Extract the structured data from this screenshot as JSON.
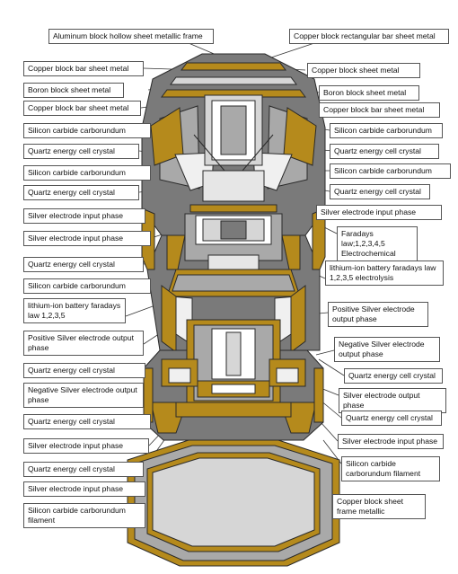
{
  "colors": {
    "gold": "#b58a1c",
    "dark_gray": "#7a7a7a",
    "mid_gray": "#a9a9a9",
    "light_gray": "#d6d6d6",
    "outline": "#2a2a2a"
  },
  "labels": {
    "aluminum_frame": "Aluminum block hollow sheet metallic frame",
    "copper_rect_bar": "Copper block rectangular bar sheet metal",
    "copper_bar_l1": "Copper block bar sheet metal",
    "copper_bar_r1": "Copper block sheet metal",
    "boron_l": "Boron block sheet metal",
    "boron_r": "Boron block sheet metal",
    "copper_bar_l2": "Copper block bar sheet metal",
    "copper_bar_r2": "Copper block bar sheet metal",
    "sic_l1": "Silicon carbide carborundum",
    "sic_r1": "Silicon carbide carborundum",
    "quartz_l1": "Quartz energy cell crystal",
    "quartz_r1": "Quartz energy cell crystal",
    "sic_l2": "Silicon carbide carborundum",
    "sic_r2": "Silicon carbide carborundum",
    "quartz_l2": "Quartz energy cell crystal",
    "quartz_r2": "Quartz energy cell crystal",
    "silver_in_l1": "Silver electrode input phase",
    "silver_in_r1": "Silver electrode input phase",
    "silver_in_l2": "Silver electrode input phase",
    "faradays_r": "Faradays law;1,2,3,4,5 Electrochemical",
    "quartz_l3": "Quartz energy cell crystal",
    "lithium_r": "lithium-ion battery faradays law 1,2,3,5 electrolysis",
    "sic_l3": "Silicon carbide carborundum",
    "lithium_l": "lithium-ion battery faradays law 1,2,3,5",
    "pos_silver_r": "Positive Silver electrode output phase",
    "pos_silver_l": "Positive Silver electrode output phase",
    "neg_silver_r": "Negative Silver electrode output phase",
    "quartz_l4": "Quartz energy cell crystal",
    "quartz_r3": "Quartz energy cell crystal",
    "neg_silver_l": "Negative Silver electrode output phase",
    "silver_out_r": "Silver electrode output phase",
    "quartz_l5": "Quartz energy cell crystal",
    "quartz_r4": "Quartz energy cell crystal",
    "silver_in_l3": "Silver electrode input phase",
    "silver_in_r2": "Silver electrode input phase",
    "quartz_l6": "Quartz energy cell crystal",
    "sic_fil_r": "Silicon carbide carborundum filament",
    "silver_in_l4": "Silver electrode input phase",
    "copper_frame_r": "Copper block sheet frame metallic",
    "sic_fil_l": "Silicon carbide carborundum filament"
  }
}
